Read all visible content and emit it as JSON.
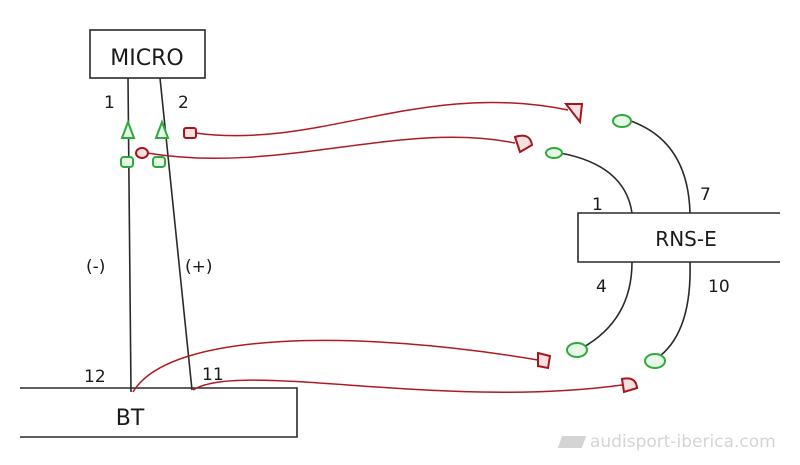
{
  "components": {
    "micro": "MICRO",
    "bt": "BT",
    "rns": "RNS-E"
  },
  "pins": {
    "micro_1": "1",
    "micro_2": "2",
    "bt_12": "12",
    "bt_11": "11",
    "rns_1": "1",
    "rns_7": "7",
    "rns_4": "4",
    "rns_10": "10"
  },
  "polarity": {
    "neg": "(-)",
    "pos": "(+)"
  },
  "colors": {
    "wire_black": "#2a2a2a",
    "wire_red": "#b01a22",
    "connector_green": "#2faa3a",
    "connector_red": "#a8141c"
  },
  "watermark": "audisport-iberica.com"
}
